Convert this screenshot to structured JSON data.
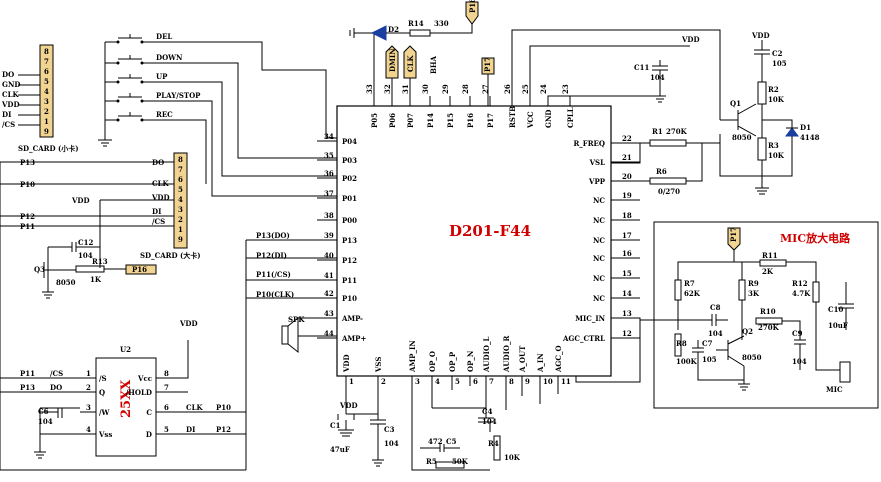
{
  "chip": {
    "name": "D201-F44",
    "top_pins": [
      {
        "num": "33",
        "name": "P05"
      },
      {
        "num": "32",
        "name": "P06"
      },
      {
        "num": "31",
        "name": "P07"
      },
      {
        "num": "30",
        "name": "P14"
      },
      {
        "num": "29",
        "name": "P15"
      },
      {
        "num": "28",
        "name": "P16"
      },
      {
        "num": "27",
        "name": "P17"
      },
      {
        "num": "26",
        "name": "RSTB"
      },
      {
        "num": "25",
        "name": "VCC"
      },
      {
        "num": "24",
        "name": "GND"
      },
      {
        "num": "23",
        "name": "CPLL"
      }
    ],
    "left_pins": [
      {
        "num": "34",
        "name": "P04"
      },
      {
        "num": "35",
        "name": "P03"
      },
      {
        "num": "36",
        "name": "P02"
      },
      {
        "num": "37",
        "name": "P01"
      },
      {
        "num": "38",
        "name": "P00"
      },
      {
        "num": "39",
        "name": "P13"
      },
      {
        "num": "40",
        "name": "P12"
      },
      {
        "num": "41",
        "name": "P11"
      },
      {
        "num": "42",
        "name": "P10"
      },
      {
        "num": "43",
        "name": "AMP-"
      },
      {
        "num": "44",
        "name": "AMP+"
      }
    ],
    "right_pins": [
      {
        "num": "22",
        "name": "R_FREQ"
      },
      {
        "num": "21",
        "name": "VSL"
      },
      {
        "num": "20",
        "name": "VPP"
      },
      {
        "num": "19",
        "name": "NC"
      },
      {
        "num": "18",
        "name": "NC"
      },
      {
        "num": "17",
        "name": "NC"
      },
      {
        "num": "16",
        "name": "NC"
      },
      {
        "num": "15",
        "name": "NC"
      },
      {
        "num": "14",
        "name": "NC"
      },
      {
        "num": "13",
        "name": "MIC_IN"
      },
      {
        "num": "12",
        "name": "AGC_CTRL"
      }
    ],
    "bottom_pins": [
      {
        "num": "1",
        "name": "VDD"
      },
      {
        "num": "2",
        "name": "VSS"
      },
      {
        "num": "3",
        "name": "AMP_IN"
      },
      {
        "num": "4",
        "name": "OP_O"
      },
      {
        "num": "5",
        "name": "OP_P"
      },
      {
        "num": "6",
        "name": "OP_N"
      },
      {
        "num": "7",
        "name": "AUDIO_L"
      },
      {
        "num": "8",
        "name": "AUDIO_R"
      },
      {
        "num": "9",
        "name": "A_OUT"
      },
      {
        "num": "10",
        "name": "A_IN"
      },
      {
        "num": "11",
        "name": "AGC_O"
      }
    ],
    "left_signals": [
      "P13(DO)",
      "P12(DI)",
      "P11(/CS)",
      "P10(CLK)"
    ]
  },
  "buttons": [
    "DEL",
    "DOWN",
    "UP",
    "PLAY/STOP",
    "REC"
  ],
  "sd_small": {
    "label": "SD_CARD (小卡)",
    "pin_nums": [
      "8",
      "7",
      "6",
      "5",
      "4",
      "3",
      "2",
      "1",
      "9"
    ],
    "signals": [
      "DO",
      "GND",
      "CLK",
      "VDD",
      "DI",
      "/CS"
    ]
  },
  "sd_large": {
    "label": "SD_CARD (大卡)",
    "pin_nums": [
      "8",
      "7",
      "6",
      "5",
      "4",
      "3",
      "2",
      "1",
      "9"
    ],
    "left_nets": [
      "P13",
      "P10",
      "VDD",
      "P12",
      "P11"
    ],
    "signals": [
      "DO",
      "CLK",
      "VDD",
      "DI",
      "/CS"
    ]
  },
  "flash": {
    "ref": "U2",
    "part": "25XX",
    "pins_left": [
      {
        "num": "1",
        "name": "/S",
        "net": "/CS"
      },
      {
        "num": "2",
        "name": "Q",
        "net": "DO"
      },
      {
        "num": "3",
        "name": "/W",
        "net": ""
      },
      {
        "num": "4",
        "name": "Vss",
        "net": ""
      }
    ],
    "pins_right": [
      {
        "num": "8",
        "name": "Vcc",
        "net": ""
      },
      {
        "num": "7",
        "name": "/HOLD",
        "net": ""
      },
      {
        "num": "6",
        "name": "C",
        "net": "CLK"
      },
      {
        "num": "5",
        "name": "D",
        "net": "DI"
      }
    ],
    "left_nets": [
      "P11",
      "P13"
    ],
    "right_nets": [
      "P10",
      "P12"
    ]
  },
  "parts": {
    "R14": "R14",
    "R14v": "330",
    "D2": "D2",
    "D1": "D1",
    "D1v": "4148",
    "C11": "C11",
    "C11v": "104",
    "C2": "C2",
    "C2v": "105",
    "R2": "R2",
    "R2v": "10K",
    "R3": "R3",
    "R3v": "10K",
    "Q1": "Q1",
    "Q1v": "8050",
    "R1": "R1",
    "R1v": "270K",
    "R6": "R6",
    "R6v": "0/270",
    "C12": "C12",
    "C12v": "104",
    "R13": "R13",
    "R13v": "1K",
    "Q3": "Q3",
    "Q3v": "8050",
    "C6": "C6",
    "C6v": "104",
    "C1": "C1",
    "C1v": "47uF",
    "C3": "C3",
    "C3v": "104",
    "C4": "C4",
    "C4v": "104",
    "C5": "C5",
    "C5v": "472",
    "R5": "R5",
    "R5v": "50K",
    "R4": "R4",
    "R4v": "10K",
    "SPK": "SPK",
    "VDD": "VDD",
    "P16": "P16",
    "P17": "P17",
    "MIC": "MIC",
    "DMIN": "DMIN",
    "CLK": "CLK",
    "BHA": "BHA"
  },
  "mic_amp": {
    "title": "MIC放大电路",
    "R11": "R11",
    "R11v": "2K",
    "R7": "R7",
    "R7v": "62K",
    "R9": "R9",
    "R9v": "3K",
    "R12": "R12",
    "R12v": "4.7K",
    "R10": "R10",
    "R10v": "270K",
    "R8": "R8",
    "R8v": "100K",
    "C8": "C8",
    "C8v": "104",
    "C7": "C7",
    "C7v": "105",
    "C9": "C9",
    "C9v": "104",
    "C10": "C10",
    "C10v": "10uF",
    "Q2": "Q2",
    "Q2v": "8050"
  },
  "colors": {
    "wire": "#000000",
    "title": "#d00000",
    "header_fill": "#f1d392",
    "diode": "#1b3fa0"
  }
}
